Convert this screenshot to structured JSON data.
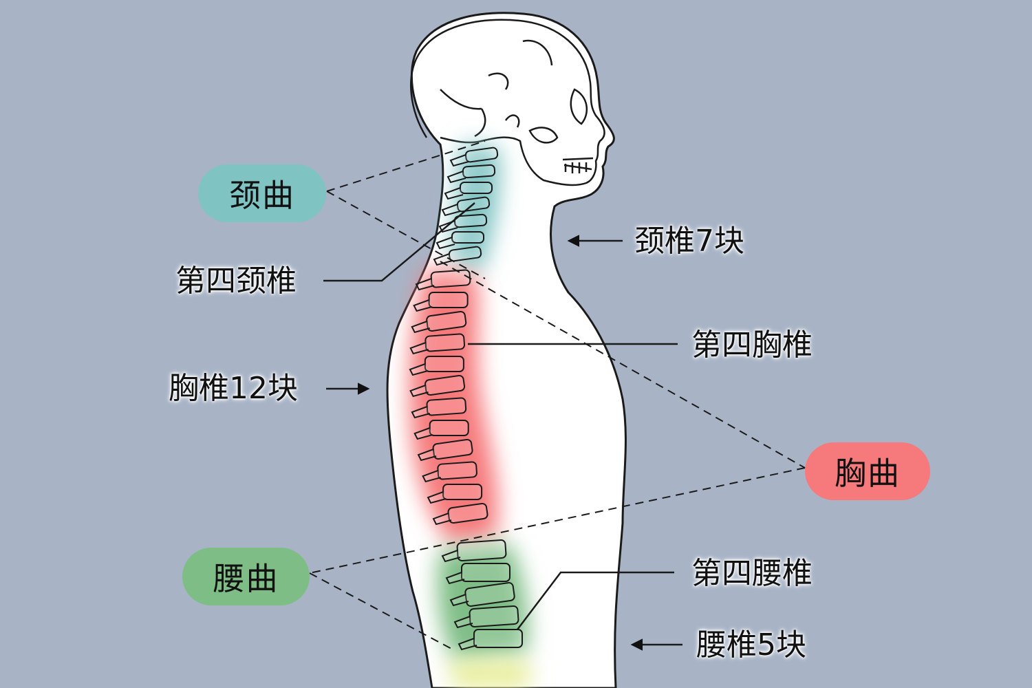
{
  "curves": {
    "cervical": "颈曲",
    "thoracic": "胸曲",
    "lumbar": "腰曲"
  },
  "labels": {
    "fourth_cervical": "第四颈椎",
    "cervical_count": "颈椎7块",
    "fourth_thoracic": "第四胸椎",
    "thoracic_count": "胸椎12块",
    "fourth_lumbar": "第四腰椎",
    "lumbar_count": "腰椎5块"
  },
  "colors": {
    "background": "#a8b4c6",
    "cervical": "#7fc3c2",
    "thoracic": "#f6797b",
    "lumbar": "#7fbd86",
    "sacral": "#e8ee9a",
    "body_fill": "#ffffff",
    "outline": "#1a1a1a"
  }
}
